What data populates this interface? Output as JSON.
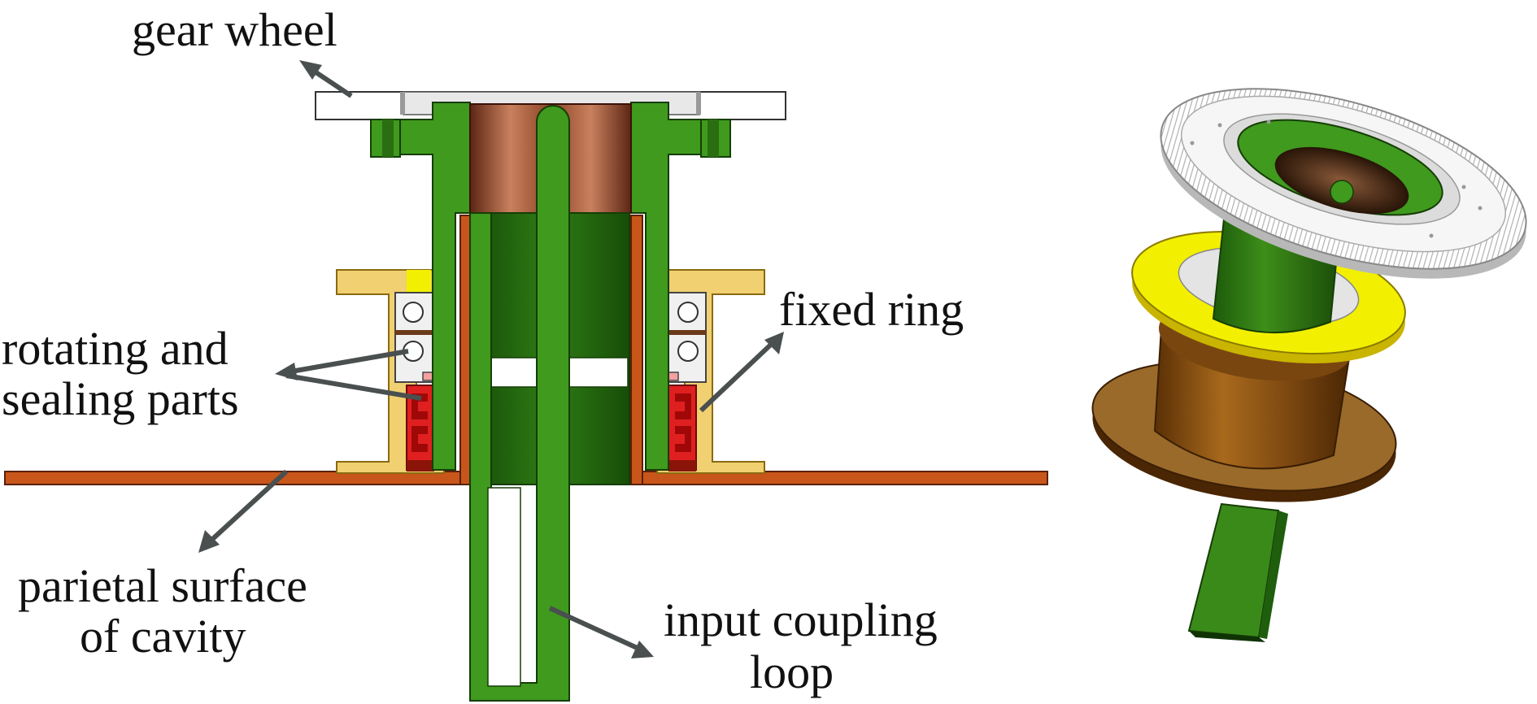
{
  "labels": {
    "gear_wheel": "gear wheel",
    "fixed_ring": "fixed ring",
    "rotating_line1": "rotating and",
    "rotating_line2": "sealing parts",
    "parietal_line1": "parietal surface",
    "parietal_line2": "of cavity",
    "input_line1": "input coupling",
    "input_line2": "loop"
  },
  "colors": {
    "green": "#3f9a1e",
    "green_dark": "#1e5e0c",
    "copper": "#b86a48",
    "copper_dark": "#5c2614",
    "cavity_wall": "#c8561a",
    "fixed_ring": "#f0d070",
    "sealing_red": "#e02020",
    "arrow": "#4a4f4f",
    "gear": "#ffffff",
    "yellow_ring": "#f2f000",
    "bronze": "#8a5212"
  }
}
